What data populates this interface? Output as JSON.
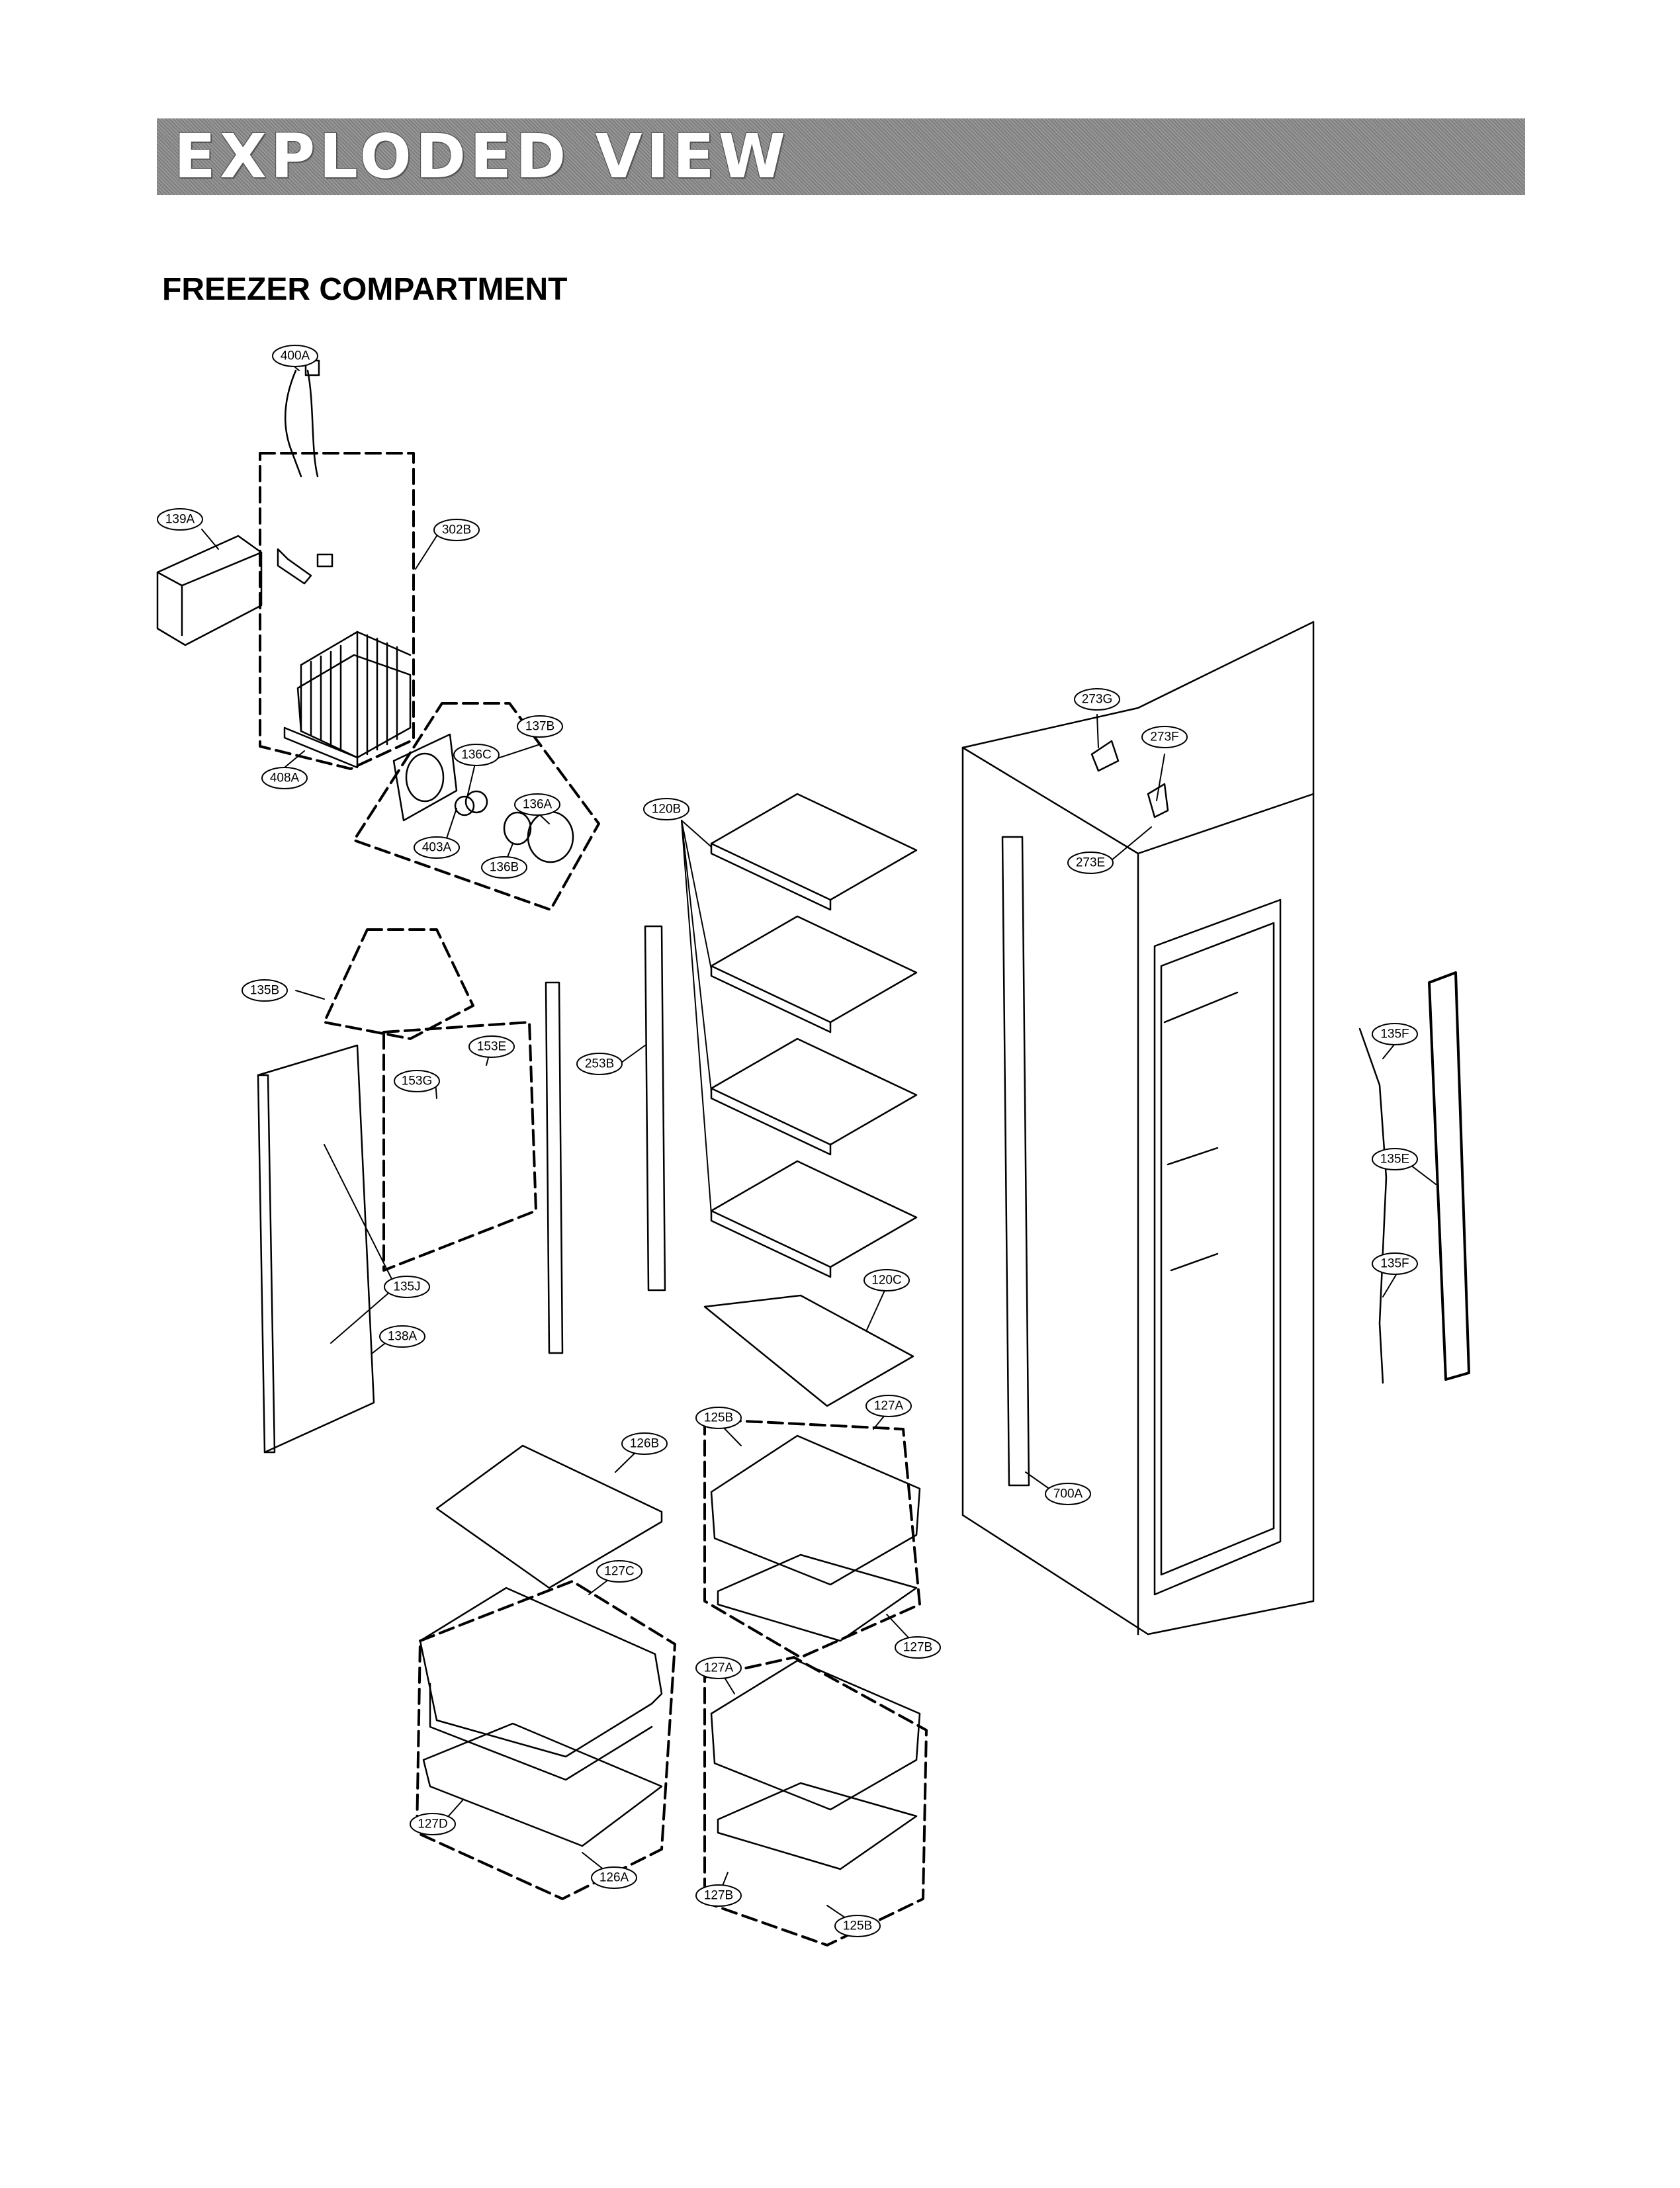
{
  "header": {
    "title": "EXPLODED VIEW"
  },
  "section": {
    "title": "FREEZER COMPARTMENT"
  },
  "callouts": [
    {
      "id": "c400A",
      "text": "400A"
    },
    {
      "id": "c139A",
      "text": "139A"
    },
    {
      "id": "c302B",
      "text": "302B"
    },
    {
      "id": "c408A",
      "text": "408A"
    },
    {
      "id": "c137B",
      "text": "137B"
    },
    {
      "id": "c136C",
      "text": "136C"
    },
    {
      "id": "c136A",
      "text": "136A"
    },
    {
      "id": "c403A",
      "text": "403A"
    },
    {
      "id": "c136B",
      "text": "136B"
    },
    {
      "id": "c120B",
      "text": "120B"
    },
    {
      "id": "c273G",
      "text": "273G"
    },
    {
      "id": "c273F",
      "text": "273F"
    },
    {
      "id": "c273E",
      "text": "273E"
    },
    {
      "id": "c135B",
      "text": "135B"
    },
    {
      "id": "c153E",
      "text": "153E"
    },
    {
      "id": "c153G",
      "text": "153G"
    },
    {
      "id": "c253B",
      "text": "253B"
    },
    {
      "id": "c135F1",
      "text": "135F"
    },
    {
      "id": "c135E",
      "text": "135E"
    },
    {
      "id": "c135F2",
      "text": "135F"
    },
    {
      "id": "c135J",
      "text": "135J"
    },
    {
      "id": "c138A",
      "text": "138A"
    },
    {
      "id": "c120C",
      "text": "120C"
    },
    {
      "id": "c127A1",
      "text": "127A"
    },
    {
      "id": "c125B1",
      "text": "125B"
    },
    {
      "id": "c126B",
      "text": "126B"
    },
    {
      "id": "c700A",
      "text": "700A"
    },
    {
      "id": "c127C",
      "text": "127C"
    },
    {
      "id": "c127B1",
      "text": "127B"
    },
    {
      "id": "c127A2",
      "text": "127A"
    },
    {
      "id": "c127D",
      "text": "127D"
    },
    {
      "id": "c126A",
      "text": "126A"
    },
    {
      "id": "c127B2",
      "text": "127B"
    },
    {
      "id": "c125B2",
      "text": "125B"
    }
  ]
}
